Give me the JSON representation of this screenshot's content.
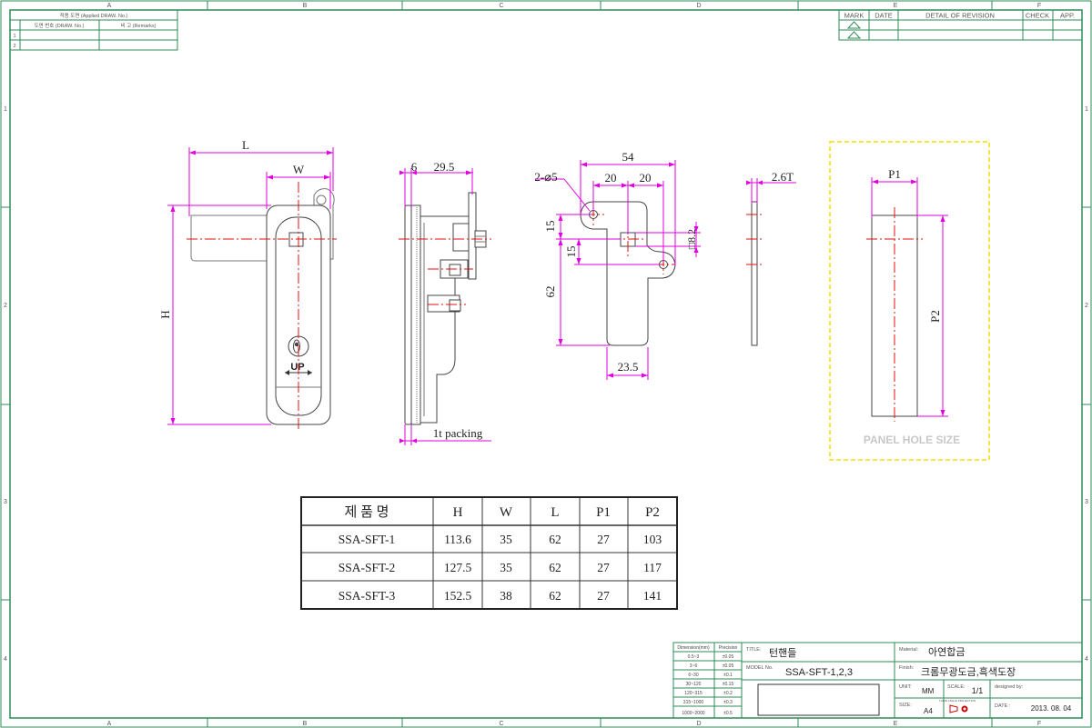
{
  "colors": {
    "border": "#2e8b57",
    "dimension": "#e000e0",
    "centerline": "#e01010",
    "outline": "#333333",
    "panel_frame": "#f0e000"
  },
  "grid": {
    "cols": [
      "A",
      "B",
      "C",
      "D",
      "E",
      "F"
    ],
    "rows": [
      "1",
      "2",
      "3",
      "4"
    ]
  },
  "applied_block": {
    "header": "적용 도면 (Applied DRAW. No.)",
    "col1": "도면 번호 (DRAW. No.)",
    "col2": "비 고 (Remarks)",
    "row1": "1",
    "row2": "2"
  },
  "revision_block": {
    "mark": "MARK",
    "date": "DATE",
    "detail": "DETAIL OF REVISION",
    "check": "CHECK",
    "app": "APP."
  },
  "front_view": {
    "L": "L",
    "W": "W",
    "H": "H",
    "up": "UP"
  },
  "side_view": {
    "d6": "6",
    "d29_5": "29.5",
    "packing": "1t packing"
  },
  "cam_view": {
    "d54": "54",
    "hole": "2-⌀5",
    "d20a": "20",
    "d20b": "20",
    "d15a": "15",
    "d15b": "15",
    "sq": "□8.2",
    "d62": "62",
    "d23_5": "23.5"
  },
  "thickness_view": {
    "t": "2.6T"
  },
  "panel_hole": {
    "p1": "P1",
    "p2": "P2",
    "caption": "PANEL HOLE SIZE"
  },
  "spec_table": {
    "headers": [
      "제 품 명",
      "H",
      "W",
      "L",
      "P1",
      "P2"
    ],
    "rows": [
      [
        "SSA-SFT-1",
        "113.6",
        "35",
        "62",
        "27",
        "103"
      ],
      [
        "SSA-SFT-2",
        "127.5",
        "35",
        "62",
        "27",
        "117"
      ],
      [
        "SSA-SFT-3",
        "152.5",
        "38",
        "62",
        "27",
        "141"
      ]
    ]
  },
  "tolerance_table": {
    "headers": [
      "Dimension(mm)",
      "Precision"
    ],
    "rows": [
      [
        "0.5~3",
        "±0.05"
      ],
      [
        "3~6",
        "±0.05"
      ],
      [
        "6~30",
        "±0.1"
      ],
      [
        "30~120",
        "±0.15"
      ],
      [
        "120~315",
        "±0.2"
      ],
      [
        "315~1000",
        "±0.3"
      ],
      [
        "1000~2000",
        "±0.5"
      ]
    ]
  },
  "title_block": {
    "title_label": "TITLE:",
    "title": "턴핸들",
    "model_label": "MODEL No.",
    "model": "SSA-SFT-1,2,3",
    "material_label": "Material:",
    "material": "아연합금",
    "finish_label": "Finish:",
    "finish": "크롬무광도금,흑색도장",
    "unit_label": "UNIT:",
    "unit": "MM",
    "scale_label": "SCALE:",
    "scale": "1/1",
    "designed_label": "designed by:",
    "size_label": "SIZE:",
    "size": "A4",
    "projection_label": "THIRD ANGLE PROJECTION",
    "date_label": "DATE :",
    "date": "2013. 08. 04"
  }
}
